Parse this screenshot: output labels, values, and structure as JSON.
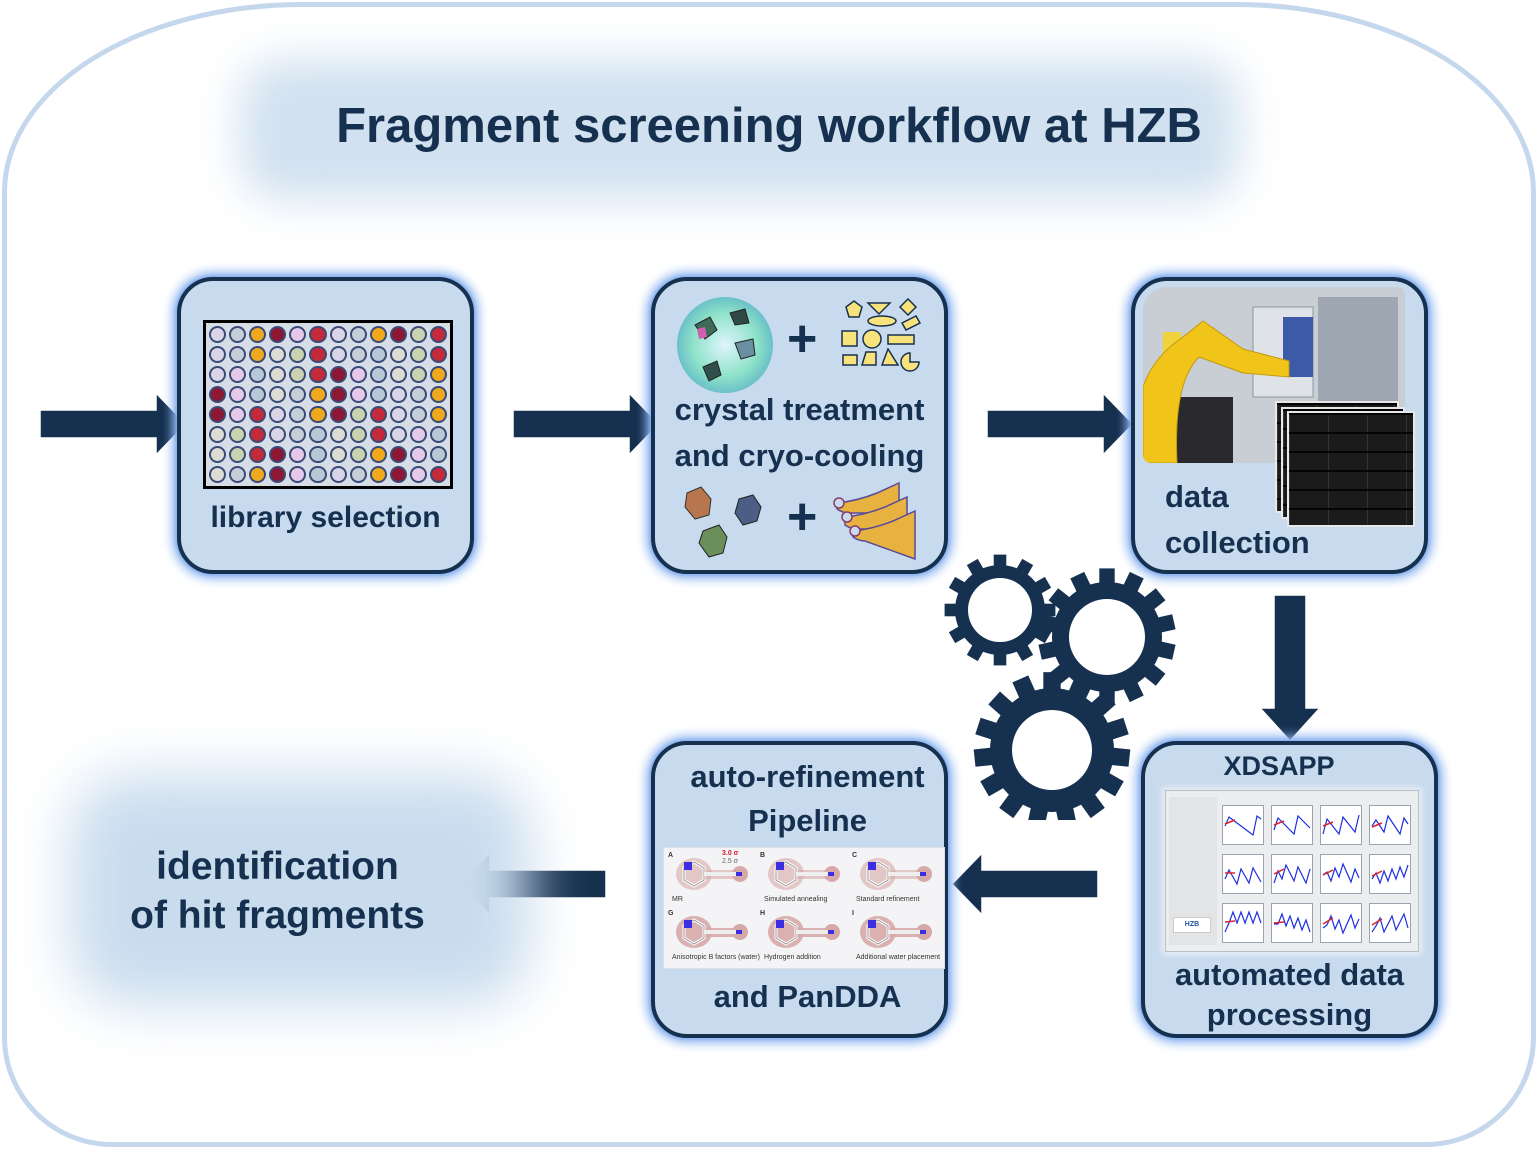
{
  "title": "Fragment screening workflow at HZB",
  "colors": {
    "primary_dark": "#16304f",
    "box_fill": "#c7daee",
    "box_glow": "#8fb6f0",
    "frame_border": "#c4d7ec",
    "background": "#ffffff"
  },
  "steps": [
    {
      "id": "library-selection",
      "label": "library selection",
      "image": "96-well-plate"
    },
    {
      "id": "crystal-treatment",
      "label_line1": "crystal treatment",
      "label_line2": "and cryo-cooling",
      "top_images": [
        "crystals-in-drop",
        "fragment-shapes"
      ],
      "bottom_images": [
        "crystals",
        "crystal-mounts"
      ],
      "plus": "+"
    },
    {
      "id": "data-collection",
      "label_line1": "data",
      "label_line2": "collection",
      "images": [
        "robot-beamline-photo",
        "diffraction-images"
      ]
    },
    {
      "id": "automated-processing",
      "header": "XDSAPP",
      "label_line1": "automated data",
      "label_line2": "processing",
      "image": "xdsapp-screenshot",
      "plot_titles": [
        "Std. of spot pos.",
        "Std. of spindle pos.",
        "Scalefactors",
        "Beam divergence",
        "Mosaicity",
        "Strong spots",
        "Rejected spots",
        "Overloaded spots",
        "Refl. accepted for refinement",
        "Unit cell axis 'a'",
        "Unit cell axis 'b'",
        "Unit cell axis 'c'"
      ],
      "logo": "HZB"
    },
    {
      "id": "auto-refinement",
      "label_line1": "auto-refinement",
      "label_line2": "Pipeline",
      "label_line3": "and PanDDA",
      "image": "refinement-panels",
      "panel_labels": [
        "MR",
        "Simulated annealing",
        "Standard refinement",
        "Anisotropic B factors (water)",
        "Hydrogen addition",
        "Additional water placement"
      ],
      "panel_letters": [
        "A",
        "B",
        "C",
        "G",
        "H",
        "I"
      ],
      "sigma_levels": [
        "3.0 σ",
        "2.5 σ"
      ]
    },
    {
      "id": "hit-identification",
      "label_line1": "identification",
      "label_line2": "of hit fragments"
    }
  ],
  "icons": {
    "flow_arrow": "arrow-right",
    "down_arrow": "arrow-down",
    "left_arrow": "arrow-left",
    "gears": [
      "gear-small",
      "gear-medium",
      "gear-large"
    ]
  }
}
